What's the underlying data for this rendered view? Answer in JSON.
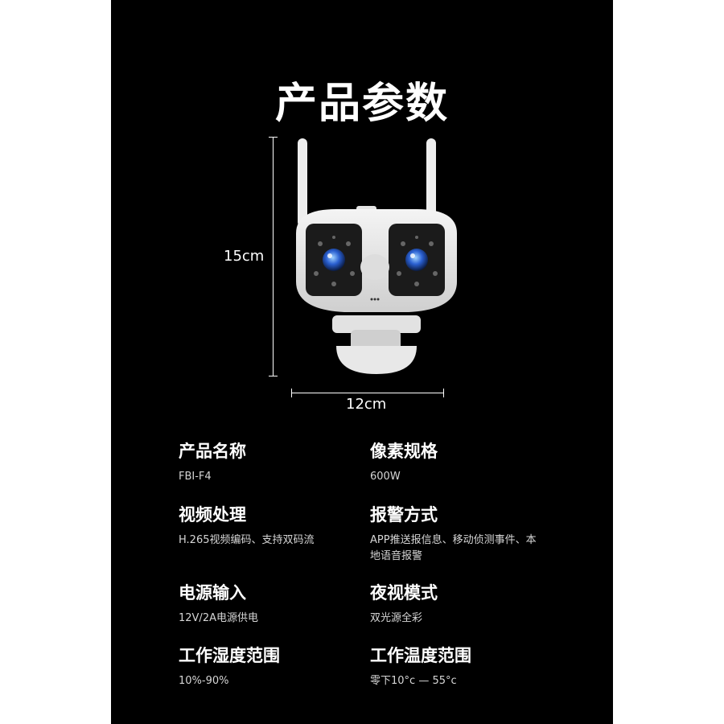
{
  "title": "产品参数",
  "dimensions": {
    "height": "15cm",
    "width": "12cm"
  },
  "specs": [
    {
      "label": "产品名称",
      "value": "FBI-F4"
    },
    {
      "label": "像素规格",
      "value": "600W"
    },
    {
      "label": "视频处理",
      "value": "H.265视频编码、支持双码流"
    },
    {
      "label": "报警方式",
      "value": "APP推送报信息、移动侦测事件、本地语音报警"
    },
    {
      "label": "电源输入",
      "value": "12V/2A电源供电"
    },
    {
      "label": "夜视模式",
      "value": "双光源全彩"
    },
    {
      "label": "工作湿度范围",
      "value": "10%-90%"
    },
    {
      "label": "工作温度范围",
      "value": "零下10°c — 55°c"
    }
  ]
}
